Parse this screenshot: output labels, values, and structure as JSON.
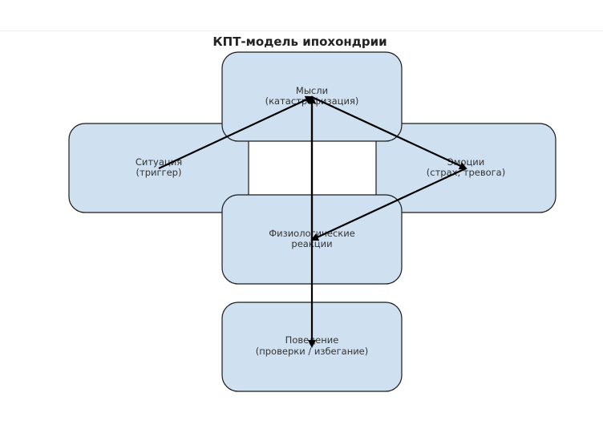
{
  "diagram": {
    "title": "КПТ-модель ипохондрии",
    "nodes": {
      "thoughts": {
        "line1": "Мысли",
        "line2": "(катастрофизация)"
      },
      "situation": {
        "line1": "Ситуация",
        "line2": "(триггер)"
      },
      "emotions": {
        "line1": "Эмоции",
        "line2": "(страх, тревога)"
      },
      "physiology": {
        "line1": "Физиологические",
        "line2": "реакции"
      },
      "behavior": {
        "line1": "Поведение",
        "line2": "(проверки / избегание)"
      }
    },
    "edges": [
      {
        "from": "situation",
        "to": "thoughts"
      },
      {
        "from": "thoughts",
        "to": "emotions"
      },
      {
        "from": "emotions",
        "to": "physiology"
      },
      {
        "from": "physiology",
        "to": "thoughts"
      },
      {
        "from": "thoughts",
        "to": "behavior"
      }
    ],
    "colors": {
      "node_fill": "#cfe0f1",
      "node_stroke": "#1a1a1a",
      "arrow": "#000000"
    }
  }
}
